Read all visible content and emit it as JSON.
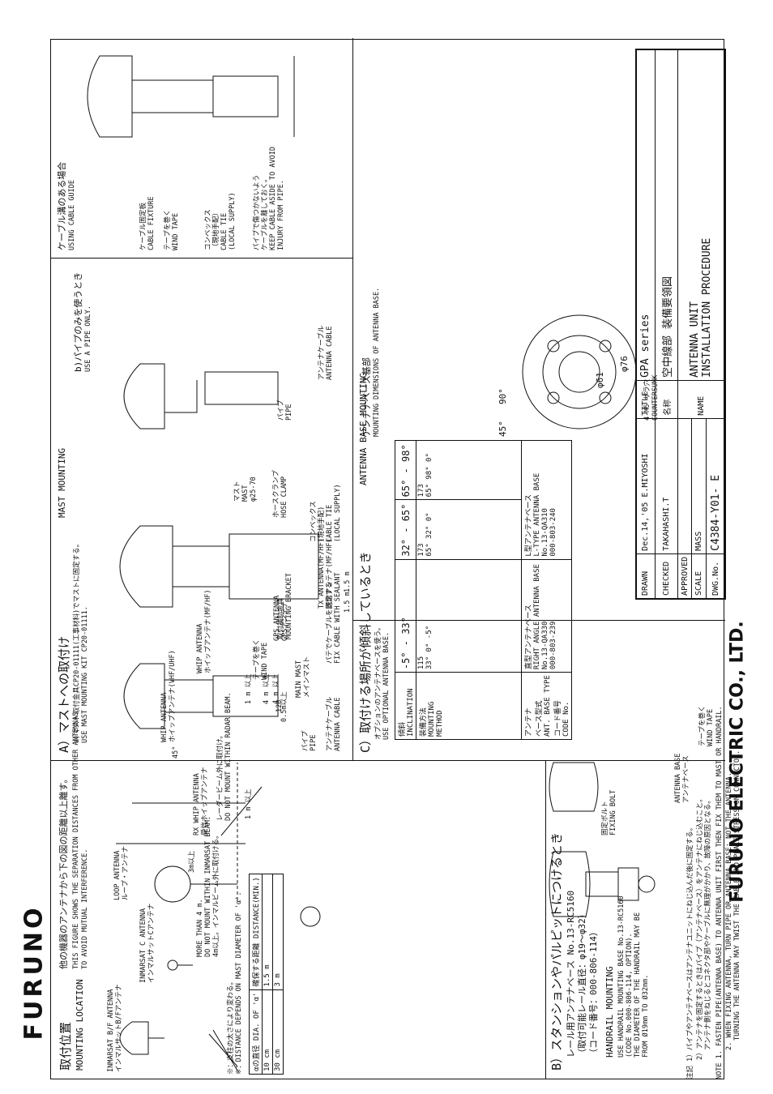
{
  "brand": {
    "logo": "FURUNO",
    "company": "FURUNO ELECTRIC CO., LTD."
  },
  "location": {
    "title_jp": "取付位置",
    "title_en": "MOUNTING LOCATION",
    "desc_jp": "他の機器のアンテナから下の図の距離以上離す。",
    "desc_en1": "THIS FIGURE SHOWS THE SEPARATION DISTANCES FROM OTHER ANTENNAS",
    "desc_en2": "TO AVOID MUTUAL INTERFERENCE.",
    "labels": [
      "INMARSAT B/F ANTENNA",
      "インマルサットB/Fアンテナ",
      "INMARSAT C ANTENNA",
      "インマルサットCアンテナ",
      "LOOP ANTENNA",
      "ループ・アンテナ",
      "RX WHIP ANTENNA",
      "受信ホイップアンテナ",
      "WHIP ANTENNA",
      "ホイップアンテナ(VHF/UHF)",
      "WHIP ANTENNA",
      "ホイップアンテナ(MF/HF)",
      "GPS ANTENNA",
      "GPSアンテナ",
      "MAIN MAST",
      "メインマスト",
      "TX ANTENNA(MF/HF)",
      "送信アンテナ(MF/HF)"
    ],
    "dims": [
      "1 m 以上",
      "1 m 以上",
      "4 m 以上",
      "4 m 以上",
      "0.5m以上",
      "3m以上",
      "1.5 m",
      "1.5 m",
      "45°"
    ],
    "notes": [
      "MORE THAN 4 m.",
      "DO NOT MOUNT WITHIN INMARSAT BEAM.",
      "4m以上。インマルビーム外に取付ける。",
      "レーダービーム外に取付け。",
      "DO NOT MOUNT WITHIN RADAR BEAM.",
      "※：支柱の太さにより変わる。",
      "※：DISTANCE DEPENDS ON MAST DIAMETER OF 'α'."
    ],
    "dist_table": {
      "header": [
        "αの直径 DIA. OF 'α'",
        "確保する距離 DISTANCE(MIN.)"
      ],
      "rows": [
        [
          "10 cm",
          "1.5 m"
        ],
        [
          "30 cm",
          "3 m"
        ]
      ]
    }
  },
  "handrail": {
    "title_jp": "B）スタンションやパルピットにつけるとき",
    "sub1": "レール用アンテナベース No.13-RC5160",
    "sub2": "（取付可能レール直径：φ19〜φ32）",
    "sub3": "（コード番号：000-806-114）",
    "title_en": "HANDRAIL MOUNTING",
    "en1": "USE HANDRAIL MOUNTING BASE No.13-RC5160",
    "en2": "(CODE No.000-806-114, OPTION).",
    "en3": "THE DIAMETER OF THE HANDRAIL MAY BE",
    "en4": "FROM Ø19mm TO Ø32mm.",
    "labels": [
      "固定ボルト",
      "FIXING BOLT",
      "ANTENNA BASE",
      "アンテナベース",
      "テープを巻く",
      "WIND TAPE"
    ]
  },
  "mast": {
    "title_jp": "A）マストへの取付け",
    "title_en": "MAST MOUNTING",
    "a_jp": "a)マスト取付金具CP20-01111(工事材料)でマストに固定する。",
    "a_en": "USE MAST MOUNTING KIT CP20-01111.",
    "labels": [
      "パイプ",
      "PIPE",
      "アンテナケーブル",
      "ANTENNA CABLE",
      "テープを巻く",
      "WIND TAPE",
      "取付補助金具",
      "MOUNTING BRACKET",
      "パテでケーブルを固定する",
      "FIX CABLE WITH SEALANT",
      "マスト",
      "MAST",
      "φ25-70",
      "ホースクランプ",
      "HOSE CLAMP",
      "コンベックス",
      "(現地手配)",
      "CABLE TIE",
      "(LOCAL SUPPLY)",
      "120"
    ],
    "b_jp": "b)パイプのみを使うとき",
    "b_en": "USE A PIPE ONLY.",
    "b_labels": [
      "パイプ",
      "PIPE",
      "アンテナケーブル",
      "ANTENNA CABLE"
    ],
    "guide_jp": "ケーブル溝のある場合",
    "guide_en": "USING CABLE GUIDE",
    "guide_labels": [
      "ケーブル固定板",
      "CABLE FIXTURE",
      "テープを巻く",
      "WIND TAPE",
      "コンベックス",
      "（現地手配）",
      "CABLE TIE",
      "(LOCAL SUPPLY)",
      "パイプで傷つかないよう",
      "ケーブルを離しておく。",
      "KEEP CABLE ASIDE TO AVOID",
      "INJURY FROM PIPE."
    ]
  },
  "inclined": {
    "title_jp": "C）取付ける場所が傾斜しているとき",
    "title_en": "ANTENNA BASE MOUNTING",
    "opt_jp": "オプションのアンテナベースを使う。",
    "opt_en": "USE OPTIONAL ANTENNA BASE.",
    "row_incl": [
      "傾斜",
      "INCLINATION"
    ],
    "row_method": [
      "装備方法",
      "MOUNTING",
      "METHOD"
    ],
    "row_base": [
      "アンテナ",
      "ベース型式",
      "ANT. BASE TYPE",
      "コード番号",
      "CODE No."
    ],
    "cols": [
      {
        "incl": "-5° - 33°",
        "dim": "115",
        "ang": [
          "33°",
          "0°",
          "-5°"
        ],
        "name_jp": "直型アンテナベース",
        "name_en": "RIGHT ANGLE ANTENNA BASE",
        "type": "No.13-QA330",
        "code": "000-803-239"
      },
      {
        "incl": "32° - 65°",
        "dim": "173",
        "ang": [
          "65°",
          "32°",
          "0°"
        ],
        "name_jp": "L型アンテナベース",
        "name_en": "L-TYPE ANTENNA BASE",
        "type": "No.13-QA310",
        "code": "000-803-240"
      },
      {
        "incl": "65° - 98°",
        "dim": "173",
        "ang": [
          "65°",
          "98°",
          "0°"
        ],
        "name_jp": "",
        "name_en": "",
        "type": "",
        "code": ""
      }
    ]
  },
  "base": {
    "title_jp": "アンテナベース基部",
    "title_en": "MOUNTING DIMENSIONS OF ANTENNA BASE.",
    "labels": [
      "4-M5 サラ穴",
      "COUNTERSUNK",
      "φ61",
      "φ76",
      "90°",
      "45°"
    ]
  },
  "notes": {
    "jp_label": "注記",
    "jp1": "1）パイプやアンテナベースはアンテナユニットにねじ込んだ後に固定する。",
    "jp2": "2）アンテナを固定するときはパイプ（アンテナベース）をアンテナにねじ込むこと。",
    "jp3": "アンテナ側をねじるとコネクタ部やケーブルに無理がかかり、故障の原因となる。",
    "en1": "NOTE 1. FASTEN PIPE(ANTENNA BASE) TO ANTENNA UNIT FIRST THEN FIX THEM TO MAST OR HANDRAIL.",
    "en2": "2. WHEN FIXING ANTENNA, TURN PIPE OR ANTENNA BASE; NOT THE ANTENNA.",
    "en3": "TURNING THE ANTENNA MAY TWIST THE CABLE AND PLACE STRESS ON CONNECTOR."
  },
  "titleblock": {
    "drawn_label": "DRAWN",
    "drawn": "Dec.14,'05 E.MIYOSHI",
    "checked_label": "CHECKED",
    "checked": "TAKAHASHI.T",
    "approved_label": "APPROVED",
    "scale_label": "SCALE",
    "mass_label": "MASS",
    "dwg_label": "DWG.No.",
    "dwg": "C4384-Y01- E",
    "title_label": "TITLE",
    "title": "GPA series",
    "name_jp_label": "名称",
    "name_jp1": "空中線部",
    "name_jp2": "装備要領図",
    "name_label": "NAME",
    "name1": "ANTENNA UNIT",
    "name2": "INSTALLATION PROCEDURE"
  }
}
